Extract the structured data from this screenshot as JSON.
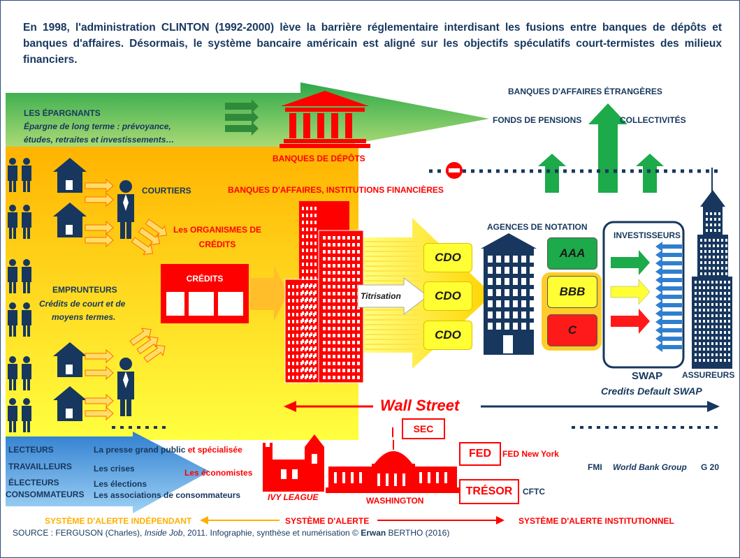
{
  "header": {
    "text_pre": "En 1998, l'administration ",
    "text_bold": "CLINTON",
    "text_post": " (1992-2000) lève la barrière réglementaire interdisant les fusions entre banques de dépôts et banques d'affaires. Désormais, le système bancaire américain est aligné sur les objectifs spéculatifs court-termistes des milieux financiers."
  },
  "savers": {
    "title": "LES ÉPARGNANTS",
    "desc_line1": "Épargne de long terme : prévoyance,",
    "desc_line2": "études, retraites et investissements…"
  },
  "labels": {
    "banques_depots": "BANQUES DE DÉPÔTS",
    "banques_affaires": "BANQUES D'AFFAIRES, INSTITUTIONS FINANCIÈRES",
    "courtiers": "COURTIERS",
    "organismes_line1": "Les ORGANISMES DE",
    "organismes_line2": "CRÉDITS",
    "credits": "CRÉDITS",
    "emprunteurs_title": "EMPRUNTEURS",
    "emprunteurs_line1": "Crédits de court et de",
    "emprunteurs_line2": "moyens termes.",
    "titrisation": "Titrisation",
    "cdo": "CDO",
    "agences": "AGENCES DE NOTATION",
    "investisseurs": "INVESTISSEURS",
    "swap": "SWAP",
    "assureurs": "ASSUREURS",
    "credits_default_swap": "Credits Default SWAP",
    "banques_etrangeres": "BANQUES D'AFFAIRES ÉTRANGÈRES",
    "fonds_pensions": "FONDS DE PENSIONS",
    "collectivites": "COLLECTIVITÉS",
    "wall_street": "Wall Street",
    "sec": "SEC",
    "fed": "FED",
    "fed_ny": "FED New York",
    "tresor": "TRÉSOR",
    "cftc": "CFTC",
    "ivy_league": "IVY LEAGUE",
    "washington": "WASHINGTON",
    "fmi": "FMI",
    "world_bank": "World Bank Group",
    "g20": "G 20"
  },
  "ratings": [
    {
      "label": "AAA",
      "color": "#1daa4a"
    },
    {
      "label": "BBB",
      "color": "#ffff33"
    },
    {
      "label": "C",
      "color": "#ff1a1a"
    }
  ],
  "public_arrow": {
    "lecteurs": "LECTEURS",
    "travailleurs": "TRAVAILLEURS",
    "electeurs": "ÉLECTEURS",
    "consommateurs": "CONSOMMATEURS",
    "presse": "La presse grand public",
    "presse_spec": " et spécialisée",
    "crises": "Les crises",
    "elections": "Les élections",
    "associations": "Les associations de consommateurs",
    "economistes": "Les économistes"
  },
  "alert": {
    "independant": "SYSTÈME D'ALERTE INDÉPENDANT",
    "alerte": "SYSTÈME D'ALERTE",
    "institutionnel": "SYSTÈME D'ALERTE INSTITUTIONNEL"
  },
  "source": {
    "prefix": "SOURCE : FERGUSON (Charles), ",
    "title": "Inside Job",
    "middle": ", 2011. Infographie, synthèse et numérisation © ",
    "author_bold": "Erwan",
    "author": " BERTHO (2016)"
  },
  "colors": {
    "navy": "#17375e",
    "red": "#ff0000",
    "green": "#1daa4a",
    "yellow": "#ffff33",
    "orange": "#ffb000",
    "blue_building": "#17375e"
  }
}
